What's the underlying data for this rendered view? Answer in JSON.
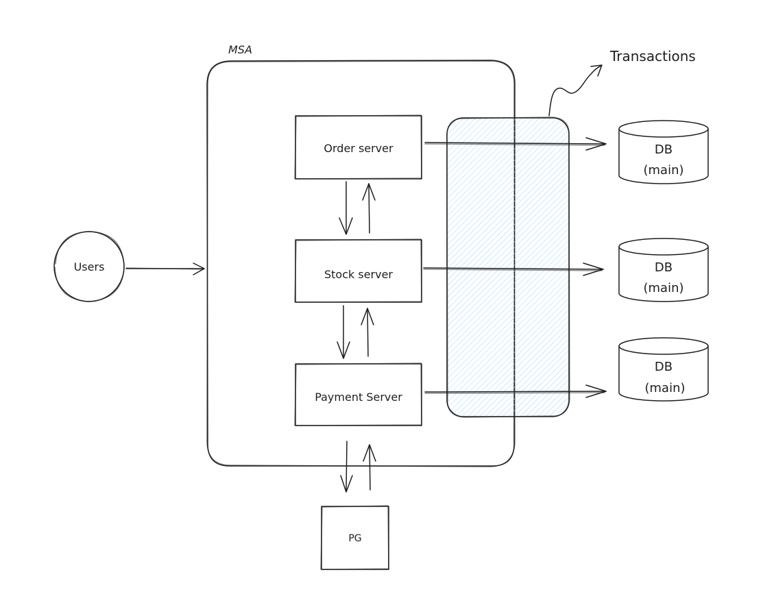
{
  "container": {
    "label": "MSA"
  },
  "actor": {
    "label": "Users"
  },
  "servers": [
    {
      "label": "Order server"
    },
    {
      "label": "Stock server"
    },
    {
      "label": "Payment Server"
    }
  ],
  "gateway": {
    "label": "PG"
  },
  "transactions": {
    "label": "Transactions",
    "fill_color": "#a5d8ff"
  },
  "databases": [
    {
      "line1": "DB",
      "line2": "(main)"
    },
    {
      "line1": "DB",
      "line2": "(main)"
    },
    {
      "line1": "DB",
      "line2": "(main)"
    }
  ]
}
